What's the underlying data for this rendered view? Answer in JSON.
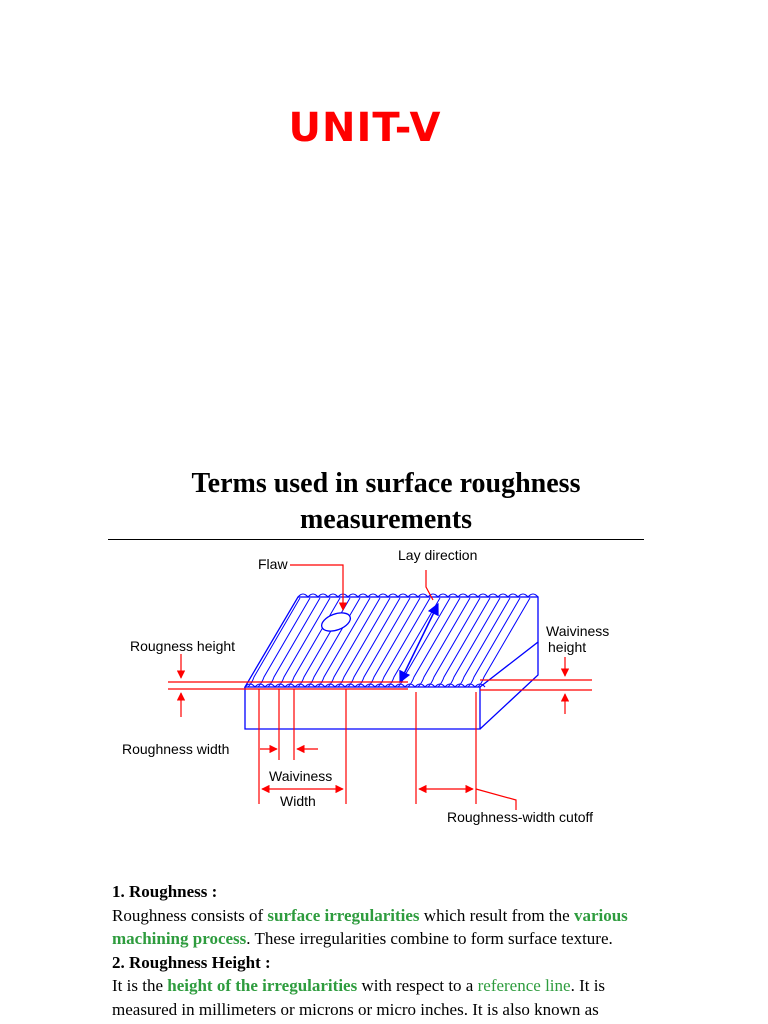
{
  "unit_title": "UNIT-V",
  "section_title_line1": "Terms used in surface roughness",
  "section_title_line2": "measurements",
  "diagram": {
    "flaw": "Flaw",
    "lay_direction": "Lay direction",
    "rougness_height": "Rougness height",
    "waiviness_height_1": "Waiviness",
    "waiviness_height_2": "height",
    "roughness_width": "Roughness width",
    "waiviness_width_1": "Waiviness",
    "waiviness_width_2": "Width",
    "roughness_width_cutoff": "Roughness-width cutoff",
    "colors": {
      "lines": "#0000ff",
      "dimensions": "#ff0000"
    }
  },
  "content": {
    "h1": "1. Roughness :",
    "p1_a": "Roughness consists of ",
    "p1_hl1": "surface irregularities",
    "p1_b": " which result from the ",
    "p1_hl2": "various machining process",
    "p1_c": ". These irregularities combine to form surface texture.",
    "h2": "2. Roughness Height :",
    "p2_a": "It is the ",
    "p2_hl1": "height of the irregularities",
    "p2_b": " with respect to a ",
    "p2_hl2": "reference line",
    "p2_c": ". It is measured in millimeters or microns or micro inches. It is also known as"
  }
}
